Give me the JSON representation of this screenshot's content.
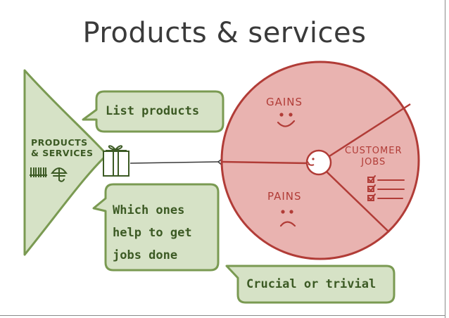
{
  "slide": {
    "title": "Products & services"
  },
  "product_funnel": {
    "label_line1": "PRODUCTS",
    "label_line2": "& SERVICES",
    "icons": [
      "barcode-icon",
      "umbrella-icon",
      "gift-box-icon"
    ],
    "fill_color": "#d6e2c6",
    "stroke_color": "#7a9a52"
  },
  "customer_profile": {
    "gains_label": "GAINS",
    "pains_label": "PAINS",
    "jobs_label_line1": "CUSTOMER",
    "jobs_label_line2": "JOBS",
    "icons": [
      "smiley-face-icon",
      "sad-face-icon",
      "checklist-icon",
      "customer-face-icon"
    ],
    "fill_color": "#e9b3b0",
    "stroke_color": "#b13c37"
  },
  "callouts": {
    "list_products": "List products",
    "which_ones_line1": "Which ones",
    "which_ones_line2": "help to get",
    "which_ones_line3": "jobs done",
    "crucial_or_trivial": "Crucial or trivial",
    "fill_color": "#d6e2c6",
    "stroke_color": "#7a9a52"
  }
}
